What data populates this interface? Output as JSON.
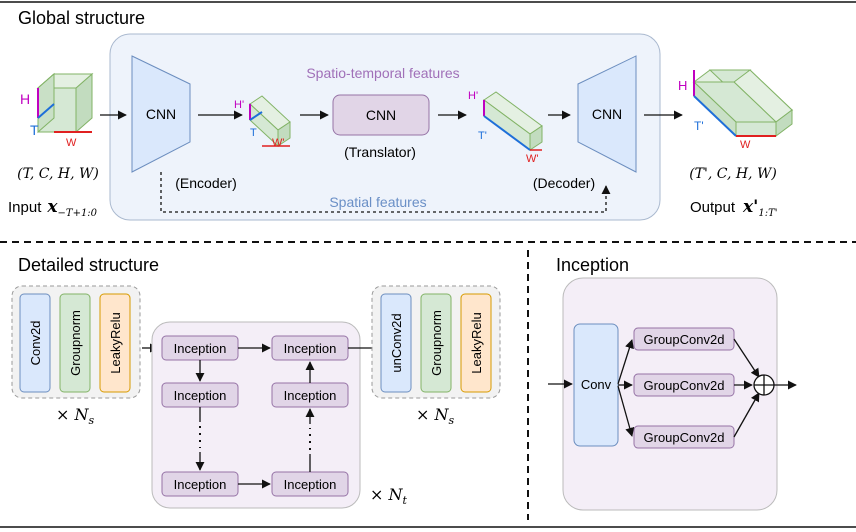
{
  "sections": {
    "global": "Global structure",
    "detailed": "Detailed structure",
    "inception": "Inception"
  },
  "global": {
    "input_dims": {
      "h": "H",
      "t": "T",
      "w": "W"
    },
    "input_shape": "(T, C, H, W)",
    "input_label_prefix": "Input",
    "input_symbol": "x",
    "input_subscript": "−T+1:0",
    "encoder_block": "CNN",
    "encoder_label": "(Encoder)",
    "latent_in_dims": {
      "h": "H'",
      "t": "T",
      "w": "W'"
    },
    "translator_block": "CNN",
    "translator_label": "(Translator)",
    "spatiotemporal_label": "Spatio-temporal features",
    "latent_out_dims": {
      "h": "H'",
      "t": "T'",
      "w": "W'"
    },
    "decoder_block": "CNN",
    "decoder_label": "(Decoder)",
    "spatial_label": "Spatial features",
    "output_dims": {
      "h": "H",
      "t": "T'",
      "w": "W"
    },
    "output_shape": "(T', C, H, W)",
    "output_label_prefix": "Output",
    "output_symbol": "x'",
    "output_subscript": "1:T'"
  },
  "detailed": {
    "encoder_layers": [
      "Conv2d",
      "Groupnorm",
      "LeakyRelu"
    ],
    "encoder_repeat": "× N",
    "encoder_repeat_sub": "s",
    "inception_left": [
      "Inception",
      "Inception",
      "Inception"
    ],
    "inception_right": [
      "Inception",
      "Inception",
      "Inception"
    ],
    "inception_repeat": "× N",
    "inception_repeat_sub": "t",
    "decoder_layers": [
      "unConv2d",
      "Groupnorm",
      "LeakyRelu"
    ],
    "decoder_repeat": "× N",
    "decoder_repeat_sub": "s"
  },
  "inception": {
    "conv": "Conv",
    "branches": [
      "GroupConv2d",
      "GroupConv2d",
      "GroupConv2d"
    ]
  },
  "colors": {
    "cube_face": "#d5e8d4",
    "cube_stroke": "#82b366",
    "h_edge": "#c000c0",
    "t_edge": "#1e6fd9",
    "w_edge": "#e02020",
    "blue_block": "#dae8fc",
    "blue_stroke": "#6c8ebf",
    "purple_block": "#e1d5e7",
    "purple_stroke": "#9673a6",
    "orange_block": "#ffe6cc",
    "orange_stroke": "#d79b00",
    "panel_blue": "#eef3fb",
    "panel_purple": "#f4eef7",
    "spatiotemporal_text": "#a070b8",
    "spatial_text": "#6a8fc6"
  }
}
